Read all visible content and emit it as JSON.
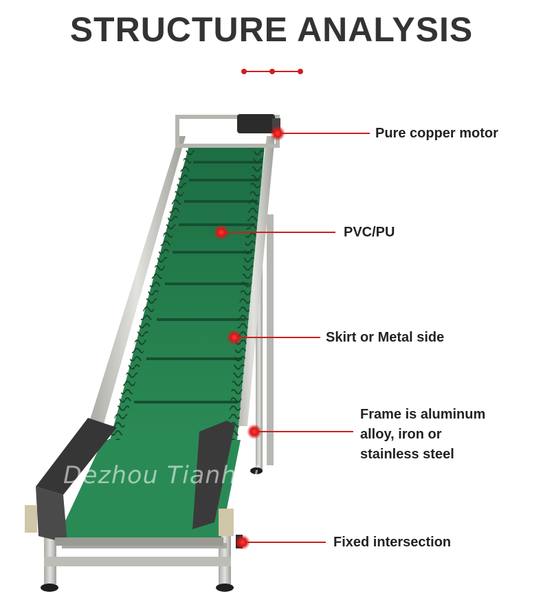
{
  "title": "STRUCTURE ANALYSIS",
  "watermark": "Dezhou Tianhai",
  "colors": {
    "accent_red": "#cc1f1f",
    "belt_green": "#1f7a48",
    "frame_silver": "#c9c9c4",
    "title_gray": "#333333"
  },
  "callouts": [
    {
      "id": "motor",
      "label": "Pure copper motor"
    },
    {
      "id": "belt",
      "label": "PVC/PU"
    },
    {
      "id": "skirt",
      "label": "Skirt or Metal side"
    },
    {
      "id": "frame",
      "lines": [
        "Frame is aluminum",
        "alloy, iron or",
        "stainless steel"
      ]
    },
    {
      "id": "fixed",
      "label": "Fixed intersection"
    }
  ]
}
